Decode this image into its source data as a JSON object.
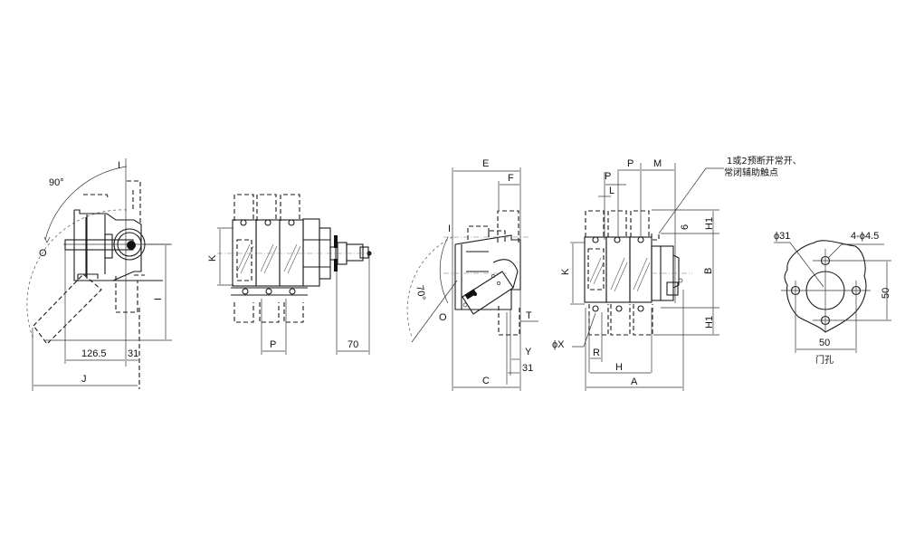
{
  "figure": {
    "description": "Outline and mounting dimension drawing of a rotary load isolator switch (multiple views)",
    "background": "#ffffff",
    "line_color": "#1a1a1a"
  },
  "view1": {
    "angle_label": "90°",
    "pos_on": "I",
    "pos_off": "O",
    "dim_126": "126.5",
    "dim_31": "31",
    "dim_J": "J",
    "dim_I": "I"
  },
  "view2": {
    "dim_K": "K",
    "dim_P": "P",
    "dim_70": "70"
  },
  "view3": {
    "dim_E": "E",
    "dim_F": "F",
    "angle_label": "70°",
    "pos_on": "I",
    "pos_off": "O",
    "dim_T": "T",
    "dim_Y": "Y",
    "dim_31": "31",
    "dim_C": "C"
  },
  "view4": {
    "dim_P1": "P",
    "dim_P2": "P",
    "dim_M": "M",
    "dim_L": "L",
    "dim_6": "6",
    "dim_H1_top": "H1",
    "dim_B": "B",
    "dim_H1_bottom": "H1",
    "dim_K": "K",
    "dim_X": "ϕX",
    "dim_R": "R",
    "dim_H": "H",
    "dim_A": "A",
    "note_line1": "1或2预断开常开、",
    "note_line2": "常闭辅助触点"
  },
  "view5": {
    "dim_hole_center": "ϕ31",
    "dim_holes": "4-ϕ4.5",
    "dim_vertical": "50",
    "dim_horizontal": "50",
    "caption": "门孔"
  }
}
